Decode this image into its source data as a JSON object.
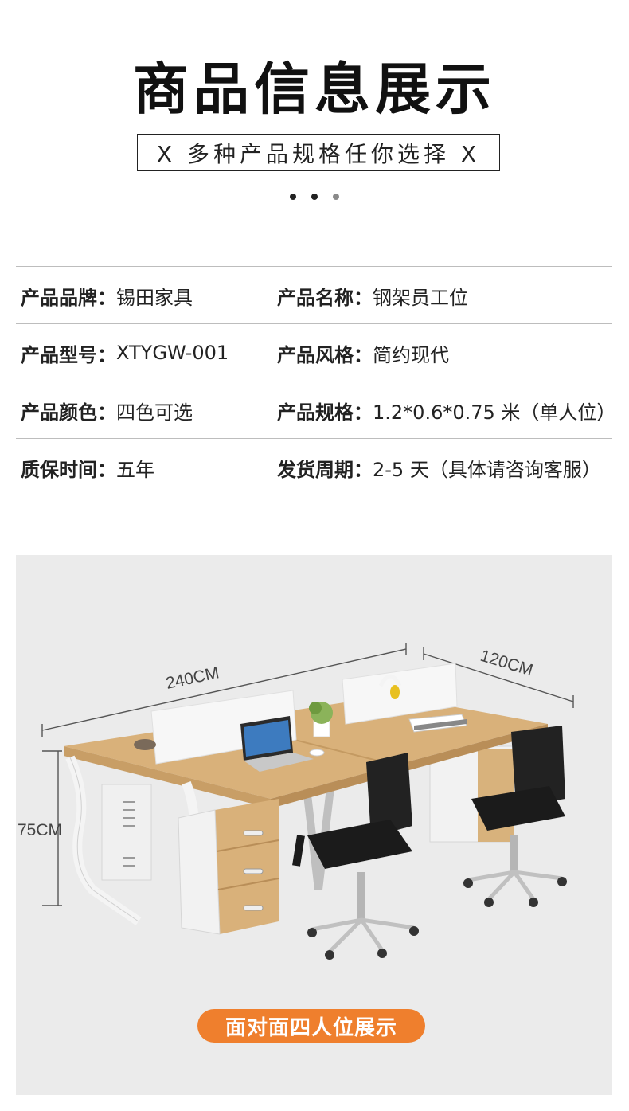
{
  "header": {
    "title": "商品信息展示",
    "subtitle": "X 多种产品规格任你选择 X"
  },
  "specs": [
    {
      "left": {
        "label": "产品品牌：",
        "value": "锡田家具"
      },
      "right": {
        "label": "产品名称：",
        "value": "钢架员工位"
      }
    },
    {
      "left": {
        "label": "产品型号：",
        "value": "XTYGW-001"
      },
      "right": {
        "label": "产品风格：",
        "value": "简约现代"
      }
    },
    {
      "left": {
        "label": "产品颜色：",
        "value": "四色可选"
      },
      "right": {
        "label": "产品规格：",
        "value": "1.2*0.6*0.75 米（单人位）"
      }
    },
    {
      "left": {
        "label": "质保时间：",
        "value": "五年"
      },
      "right": {
        "label": "发货周期：",
        "value": "2-5 天（具体请咨询客服）"
      }
    }
  ],
  "photo": {
    "dim_length": "240CM",
    "dim_depth": "120CM",
    "dim_height": "75CM",
    "caption": "面对面四人位展示"
  },
  "colors": {
    "accent": "#ef7f2d",
    "photo_bg": "#ebebeb",
    "desk_top": "#d9b17a",
    "frame": "#f4f4f4"
  }
}
